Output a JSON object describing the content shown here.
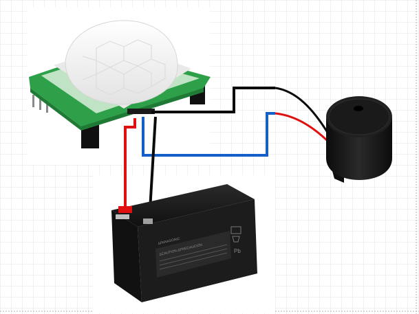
{
  "components": [
    {
      "id": "pir-sensor",
      "icon": "pir-motion-sensor-icon"
    },
    {
      "id": "buzzer",
      "icon": "piezo-buzzer-icon"
    },
    {
      "id": "battery",
      "icon": "sealed-lead-acid-battery-icon"
    }
  ],
  "wires": [
    {
      "id": "red-wire",
      "from": "battery",
      "to": "pir-sensor",
      "color": "#e01010"
    },
    {
      "id": "black-wire-battery",
      "from": "battery",
      "to": "pir-sensor",
      "color": "#0a0a0a"
    },
    {
      "id": "black-wire-buzzer",
      "from": "pir-sensor",
      "to": "buzzer",
      "color": "#0a0a0a"
    },
    {
      "id": "blue-wire",
      "from": "pir-sensor",
      "to": "buzzer",
      "color": "#1560c8"
    }
  ],
  "battery_label": {
    "brand_line": "ΔPANASONIC",
    "warning_line": "ΔCAUTION ΔPRECAUCIÓN",
    "model": "Pb"
  },
  "colors": {
    "grid": "#dcdcdc",
    "pcb_green": "#2fa04a",
    "pcb_light": "#bfe3c4",
    "dome": "#f3f3f3",
    "battery_body": "#1c1c1c",
    "buzzer_body": "#161616"
  },
  "background": "grid"
}
